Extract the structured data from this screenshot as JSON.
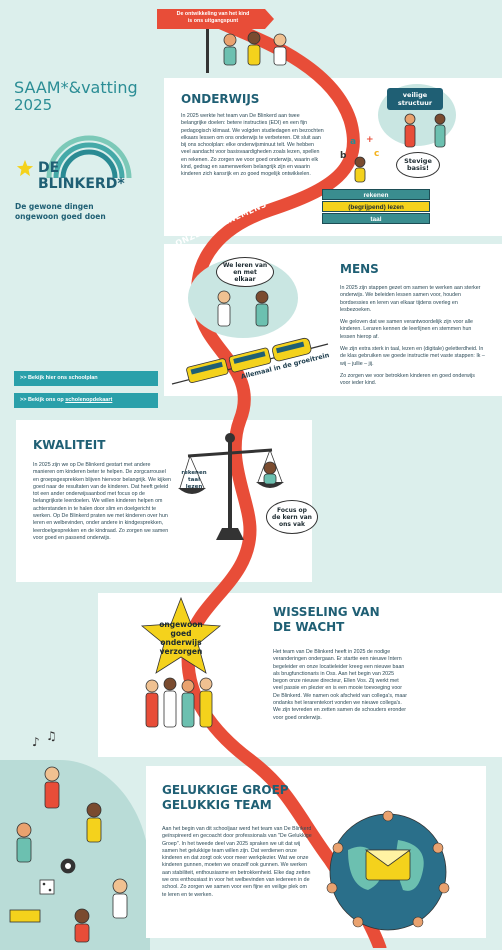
{
  "header": {
    "title": "SAAM*&vatting",
    "year": "2025",
    "logo_text_1": "DE",
    "logo_text_2": "BLINKERD*",
    "tagline_1": "De gewone dingen",
    "tagline_2": "ongewoon goed doen",
    "road_sign_1": "De ontwikkeling van het kind",
    "road_sign_2": "is ons uitgangspunt"
  },
  "onderwijs": {
    "title": "ONDERWIJS",
    "body": "In 2025 werkte het team van De Blinkerd aan twee belangrijke doelen: betere instructies (EDI) en een fijn pedagogisch klimaat. We volgden studiedagen en bezochten elkaars lessen om ons onderwijs te verbeteren. Dit sluit aan bij ons schoolplan: elke onderwijsminuut telt. We hebben veel aandacht voor basisvaardigheden zoals lezen, spellen en rekenen. Zo zorgen we voor goed onderwijs, waarin elk kind, gedrag en samenwerken belangrijk zijn en waarin kinderen zich kansrijk en zo goed mogelijk ontwikkelen.",
    "bubble_structuur": "veilige structuur",
    "bubble_basis": "Stevige basis!",
    "bars": [
      "rekenen",
      "(begrijpend) lezen",
      "taal"
    ]
  },
  "road_label": "ONZE VOORNEMENS",
  "mens": {
    "title": "MENS",
    "p1": "In 2025 zijn stappen gezet om samen te werken aan sterker onderwijs. We beleiden lessen samen voor, houden bordsessies en leren van elkaar tijdens overleg en lesbezoeken.",
    "p2": "We geloven dat we samen verantwoordelijk zijn voor alle kinderen. Leraren kennen de leerlijnen en stemmen hun lessen hierop af.",
    "p3": "We zijn extra sterk in taal, lezen en (digitale) geletterdheid. In de klas gebruiken we goede instructie met vaste stappen: Ik – wij – jullie – jij.",
    "p4": "Zo zorgen we voor betrokken kinderen en goed onderwijs voor ieder kind.",
    "bubble": "We leren van en met elkaar",
    "train_label": "Allemaal in de groeitrein"
  },
  "buttons": {
    "schoolplan": ">> Bekijk hier ons schoolplan",
    "schoolgids_prefix": ">> Bekijk ons op ",
    "schoolgids_link": "scholenopdekaart"
  },
  "kwaliteit": {
    "title": "KWALITEIT",
    "body": "In 2025 zijn we op De Blinkerd gestart met andere manieren om kinderen beter te helpen. De zorgcarrousel en groepsgesprekken blijven hiervoor belangrijk. We kijken goed naar de resultaten van de kinderen. Dat heeft geleid tot een ander onderwijsaanbod met focus op de belangrijkste leerdoelen. We willen kinderen helpen om achterstanden in te halen door slim en doelgericht te werken. Op De Blinkerd praten we met kinderen over hun leren en welbevinden, onder andere in kindgesprekken, leerdoelgesprekken en de kindraad. Zo zorgen we samen voor goed en passend onderwijs.",
    "scale_left": "rekenen taal lezen",
    "bubble": "Focus op de kern van ons vak"
  },
  "wisseling": {
    "title_1": "WISSELING VAN",
    "title_2": "DE WACHT",
    "body": "Het team van De Blinkerd heeft in 2025 de nodige veranderingen ondergaan. Er startte een nieuwe Intern begeleider en onze locatieleider kreeg een nieuwe baan als brugfunctionaris in Oss. Aan het begin van 2025 begon onze nieuwe directeur, Ellen Vos. Zij werkt met veel passie en plezier en is een mooie toevoeging voor De Blinkerd. We namen ook afscheid van collega's, maar ondanks het lerarentekort vonden we nieuwe collega's. We zijn tevreden en zetten samen de schouders eronder voor goed onderwijs.",
    "star": "ongewoon goed onderwijs verzorgen"
  },
  "gelukkig": {
    "title_1": "GELUKKIGE GROEP",
    "title_2": "GELUKKIG TEAM",
    "body": "Aan het begin van dit schooljaar werd het team van De Blinkerd geïnspireerd en gecoacht door professionals van \"De Gelukkige Groep\". In het tweede deel van 2025 spraken we uit dat wij samen het gelukkige team willen zijn. Dat verdienen onze kinderen en dat zorgt ook voor meer werkplezier. Wat we onze kinderen gunnen, moeten we onszelf ook gunnen. We werken aan stabiliteit, enthousiasme en betrokkenheid. Elke dag zetten we ons enthousiast in voor het welbevinden van iedereen in de school. Zo zorgen we samen voor een fijne en veilige plek om te leren en te werken."
  },
  "colors": {
    "background": "#dcefec",
    "road": "#e84d38",
    "accent_teal": "#1f5f74",
    "button": "#2aa0aa",
    "bar_teal": "#3a8d8f",
    "bar_yellow": "#f4d21c"
  }
}
